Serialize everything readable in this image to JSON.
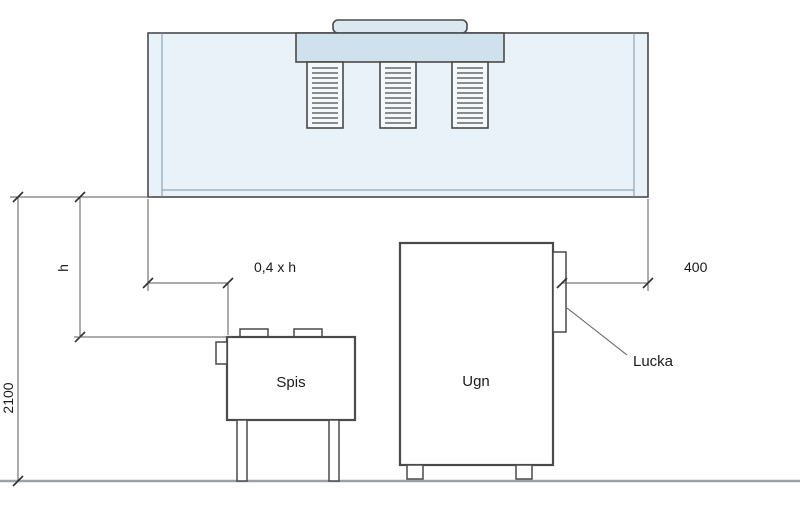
{
  "diagram": {
    "labels": {
      "dim_total_height": "2100",
      "dim_hood_to_stove": "h",
      "dim_hood_overhang": "0,4 x h",
      "dim_right_clearance": "400",
      "stove": "Spis",
      "oven": "Ugn",
      "hatch": "Lucka"
    },
    "colors": {
      "hood_fill": "#e9f2f8",
      "plenum_fill": "#cfe1ec",
      "cap_fill": "#dbe8f0",
      "filter_fill": "#f3f8fb",
      "outline": "#4a4a4a",
      "dimension": "#5a5a5a",
      "floor": "#99a2a7"
    }
  }
}
